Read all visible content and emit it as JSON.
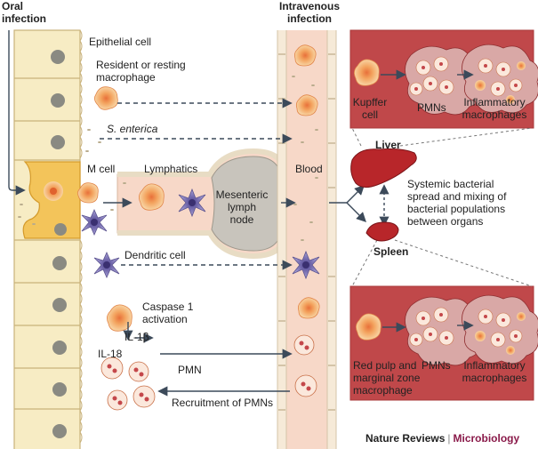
{
  "headers": {
    "oral": [
      "Oral",
      "infection"
    ],
    "intravenous": [
      "Intravenous",
      "infection"
    ]
  },
  "labels": {
    "epithelial_cell": "Epithelial cell",
    "resident_macrophage": [
      "Resident or resting",
      "macrophage"
    ],
    "s_enterica": "S. enterica",
    "m_cell": "M cell",
    "lymphatics": "Lymphatics",
    "mesenteric_lymph_node": [
      "Mesenteric",
      "lymph",
      "node"
    ],
    "blood": "Blood",
    "dendritic_cell": "Dendritic cell",
    "caspase": [
      "Caspase 1",
      "activation"
    ],
    "il1b": "IL-1β",
    "il18": "IL-18",
    "pmn": "PMN",
    "recruitment": "Recruitment of PMNs"
  },
  "liver_panel": {
    "organ": "Liver",
    "kupffer": [
      "Kupffer",
      "cell"
    ],
    "pmns": "PMNs",
    "inflammatory": [
      "Inflammatory",
      "macrophages"
    ]
  },
  "spleen_panel": {
    "organ": "Spleen",
    "red_pulp": [
      "Red pulp and",
      "marginal zone",
      "macrophage"
    ],
    "pmns": "PMNs",
    "inflammatory": [
      "Inflammatory",
      "macrophages"
    ]
  },
  "systemic": [
    "Systemic bacterial",
    "spread and mixing of",
    "bacterial populations",
    "between organs"
  ],
  "footer": {
    "journal": "Nature Reviews",
    "separator": "|",
    "section": "Microbiology"
  },
  "colors": {
    "epithelium": "#f7ecc4",
    "epithelium_border": "#c9b27a",
    "nucleus": "#8a8a82",
    "m_cell": "#f3c45a",
    "vessel": "#f7d8c8",
    "vessel_wall": "#f6ead8",
    "panel": "#c0484a",
    "macrophage": "#f4a860",
    "dendritic": "#7a72b8",
    "organ": "#b8262a"
  }
}
